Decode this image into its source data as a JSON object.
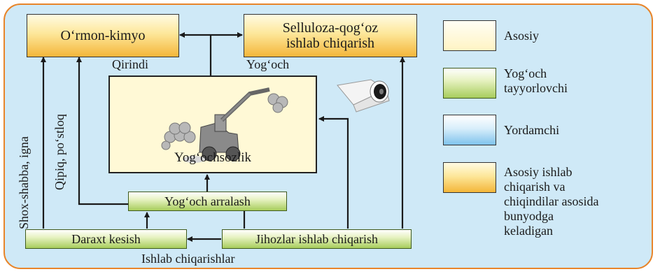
{
  "boxes": {
    "ormon_kimyo": "O‘rmon-kimyo",
    "selluloza_line1": "Selluloza-qog‘oz",
    "selluloza_line2": "ishlab chiqarish",
    "main_center": "Yog‘ochsozlik",
    "arralash": "Yog‘och arralash",
    "daraxt": "Daraxt kesish",
    "jihozlar": "Jihozlar ishlab chiqarish"
  },
  "labels": {
    "qirindi": "Qirindi",
    "yogoch": "Yog‘och",
    "shox": "Shox-shabba, igna",
    "qipiq": "Qipiq, po‘stloq",
    "bottom": "Ishlab chiqarishlar"
  },
  "legend": [
    {
      "color": "cream",
      "lines": [
        "Asosiy"
      ]
    },
    {
      "color": "green",
      "lines": [
        "Yog‘och",
        "tayyorlovchi"
      ]
    },
    {
      "color": "blue",
      "lines": [
        "Yordamchi"
      ]
    },
    {
      "color": "gold",
      "lines": [
        "Asosiy ishlab",
        "chiqarish va",
        "chiqindilar asosida",
        "bunyodga",
        "keladigan"
      ]
    }
  ],
  "colors": {
    "frame_border": "#e8852a",
    "frame_fill": "#cfe9f7",
    "main_fill": "#fff9d6"
  }
}
